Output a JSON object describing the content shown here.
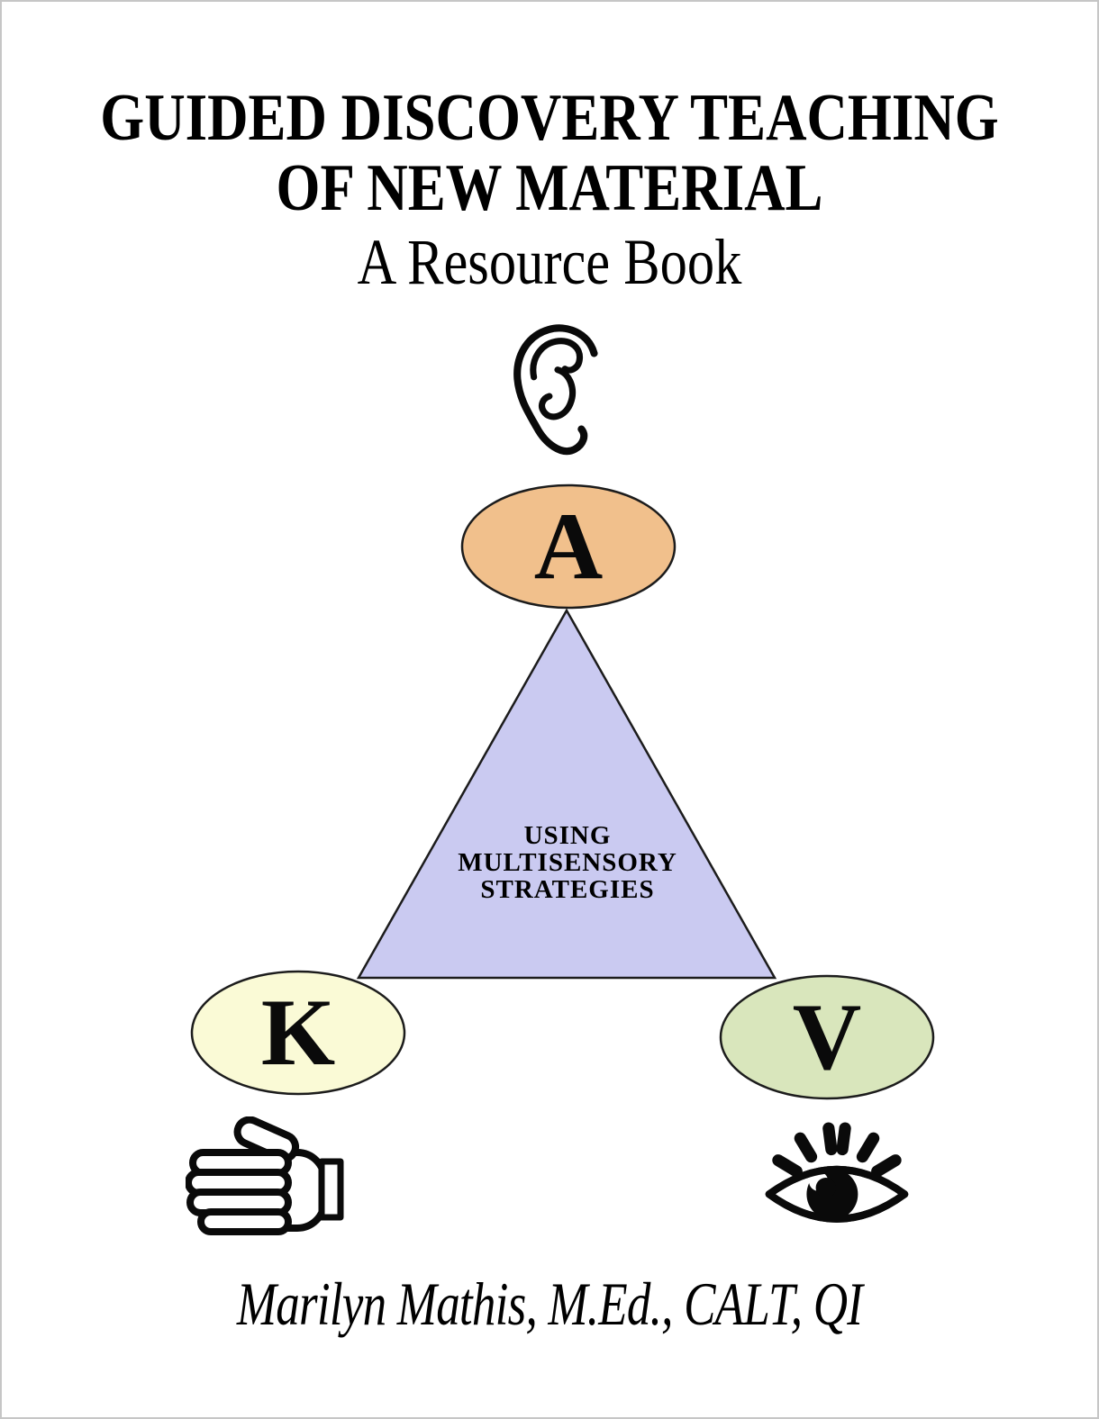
{
  "cover": {
    "title_line1": "GUIDED DISCOVERY TEACHING",
    "title_line2": "OF NEW MATERIAL",
    "subtitle": "A Resource Book",
    "author": "Marilyn Mathis, M.Ed., CALT, QI"
  },
  "diagram": {
    "center_label": {
      "line1": "USING",
      "line2": "MULTISENSORY",
      "line3": "STRATEGIES"
    },
    "triangle_fill": "#cacaf1",
    "outline_color": "#1c1c1c",
    "nodes": [
      {
        "sense": "auditory",
        "letter": "A",
        "fill": "#f1c08c",
        "icon": "ear-icon"
      },
      {
        "sense": "kinesthetic",
        "letter": "K",
        "fill": "#fafad6",
        "icon": "hand-icon"
      },
      {
        "sense": "visual",
        "letter": "V",
        "fill": "#d9e6bc",
        "icon": "eye-icon"
      }
    ]
  }
}
